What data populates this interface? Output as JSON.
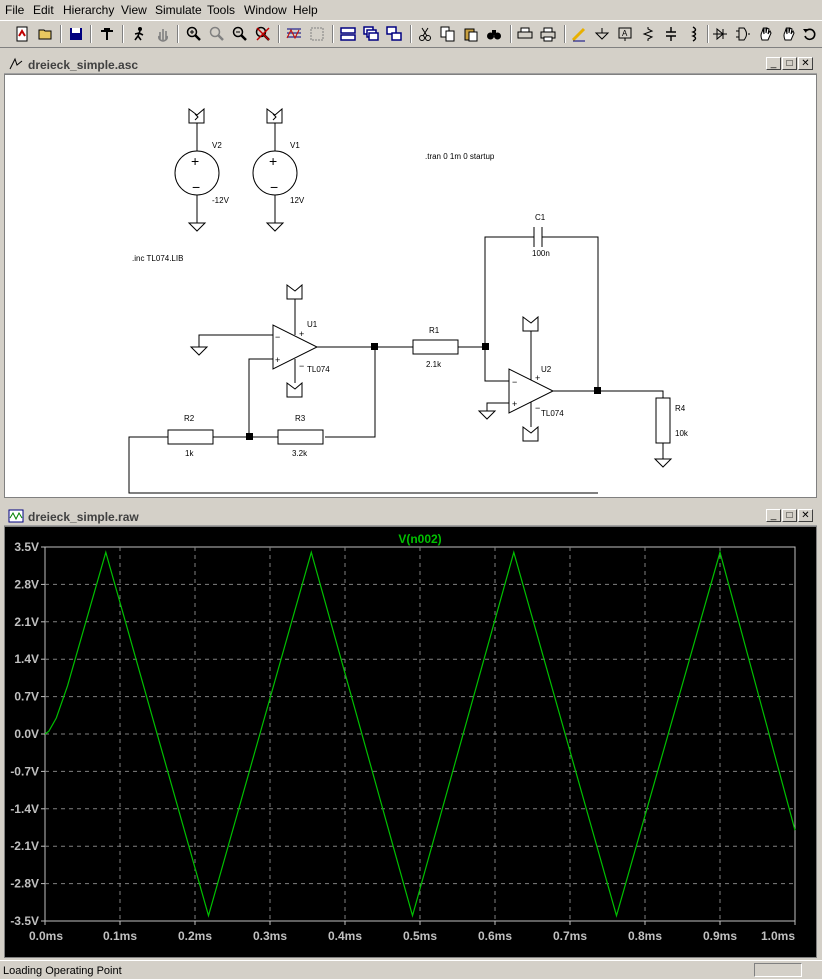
{
  "menu": [
    "File",
    "Edit",
    "Hierarchy",
    "View",
    "Simulate",
    "Tools",
    "Window",
    "Help"
  ],
  "toolbar_icons": [
    "new-schematic-icon",
    "open-icon",
    "save-icon",
    "control-panel-icon",
    "run-icon",
    "halt-icon",
    "zoom-in-icon",
    "zoom-full-icon",
    "zoom-out-icon",
    "cancel-zoom-icon",
    "autorange-icon",
    "grid-icon",
    "tile-horizontal-icon",
    "cascade-icon",
    "tile-vertical-icon",
    "cut-icon",
    "copy-icon",
    "find-icon",
    "print-preview-icon",
    "print-icon",
    "draw-wire-icon",
    "ground-icon",
    "label-net-icon",
    "resistor-icon",
    "capacitor-icon",
    "inductor-icon",
    "diode-icon",
    "component-icon",
    "move-icon",
    "drag-icon",
    "undo-icon"
  ],
  "schematic": {
    "title": "dreieck_simple.asc",
    "directives": {
      "tran": ".tran 0 1m 0 startup",
      "inc": ".inc TL074.LIB"
    },
    "components": {
      "V2": {
        "name": "V2",
        "value": "-12V"
      },
      "V1": {
        "name": "V1",
        "value": "12V"
      },
      "U1": {
        "name": "U1",
        "value": "TL074"
      },
      "U2": {
        "name": "U2",
        "value": "TL074"
      },
      "R1": {
        "name": "R1",
        "value": "2.1k"
      },
      "R2": {
        "name": "R2",
        "value": "1k"
      },
      "R3": {
        "name": "R3",
        "value": "3.2k"
      },
      "R4": {
        "name": "R4",
        "value": "10k"
      },
      "C1": {
        "name": "C1",
        "value": "100n"
      }
    },
    "symbols": {
      "plus": "+",
      "minus": "−"
    }
  },
  "waveform": {
    "title": "dreieck_simple.raw",
    "trace_label": "V(n002)",
    "colors": {
      "background": "#000000",
      "grid": "#808080",
      "trace": "#00c000",
      "axis_text": "#c0c0c0"
    }
  },
  "chart_data": {
    "type": "line",
    "title": "V(n002)",
    "xlabel": "",
    "ylabel": "",
    "x_unit": "ms",
    "y_unit": "V",
    "xlim": [
      0.0,
      1.0
    ],
    "ylim": [
      -3.5,
      3.5
    ],
    "x_ticks": [
      "0.0ms",
      "0.1ms",
      "0.2ms",
      "0.3ms",
      "0.4ms",
      "0.5ms",
      "0.6ms",
      "0.7ms",
      "0.8ms",
      "0.9ms",
      "1.0ms"
    ],
    "y_ticks": [
      "3.5V",
      "2.8V",
      "2.1V",
      "1.4V",
      "0.7V",
      "0.0V",
      "-0.7V",
      "-1.4V",
      "-2.1V",
      "-2.8V",
      "-3.5V"
    ],
    "grid": true,
    "series": [
      {
        "name": "V(n002)",
        "x": [
          0.0,
          0.005,
          0.015,
          0.03,
          0.081,
          0.218,
          0.355,
          0.49,
          0.625,
          0.762,
          0.9,
          1.0
        ],
        "y": [
          0.0,
          0.05,
          0.3,
          0.9,
          3.4,
          -3.4,
          3.4,
          -3.4,
          3.4,
          -3.4,
          3.4,
          -1.8
        ]
      }
    ]
  },
  "status": {
    "text": "Loading Operating Point"
  }
}
